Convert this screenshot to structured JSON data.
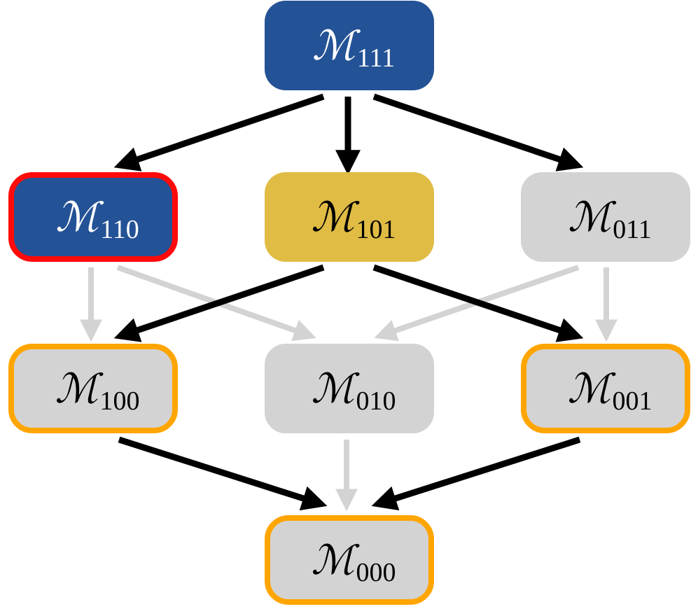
{
  "colors": {
    "blue": "#245296",
    "gold": "#E0BC44",
    "grey": "#D3D3D3",
    "red": "#FF0A0A",
    "orange": "#FFA500",
    "edge_active": "#000000",
    "edge_inactive": "#D3D3D3",
    "text_light": "#FFFFFF",
    "text_dark": "#000000"
  },
  "nodes": [
    {
      "id": "M111",
      "symbol": "ℳ",
      "subscript": "111",
      "fill": "blue",
      "border": "none"
    },
    {
      "id": "M110",
      "symbol": "ℳ",
      "subscript": "110",
      "fill": "blue",
      "border": "red"
    },
    {
      "id": "M101",
      "symbol": "ℳ",
      "subscript": "101",
      "fill": "gold",
      "border": "none"
    },
    {
      "id": "M011",
      "symbol": "ℳ",
      "subscript": "011",
      "fill": "grey",
      "border": "none"
    },
    {
      "id": "M100",
      "symbol": "ℳ",
      "subscript": "100",
      "fill": "grey",
      "border": "orange"
    },
    {
      "id": "M010",
      "symbol": "ℳ",
      "subscript": "010",
      "fill": "grey",
      "border": "none"
    },
    {
      "id": "M001",
      "symbol": "ℳ",
      "subscript": "001",
      "fill": "grey",
      "border": "orange"
    },
    {
      "id": "M000",
      "symbol": "ℳ",
      "subscript": "000",
      "fill": "grey",
      "border": "orange"
    }
  ],
  "edges": [
    {
      "from": "M111",
      "to": "M110",
      "active": true
    },
    {
      "from": "M111",
      "to": "M101",
      "active": true
    },
    {
      "from": "M111",
      "to": "M011",
      "active": true
    },
    {
      "from": "M110",
      "to": "M100",
      "active": false
    },
    {
      "from": "M110",
      "to": "M010",
      "active": false
    },
    {
      "from": "M101",
      "to": "M100",
      "active": true
    },
    {
      "from": "M101",
      "to": "M001",
      "active": true
    },
    {
      "from": "M011",
      "to": "M010",
      "active": false
    },
    {
      "from": "M011",
      "to": "M001",
      "active": false
    },
    {
      "from": "M100",
      "to": "M000",
      "active": true
    },
    {
      "from": "M010",
      "to": "M000",
      "active": false
    },
    {
      "from": "M001",
      "to": "M000",
      "active": true
    }
  ]
}
